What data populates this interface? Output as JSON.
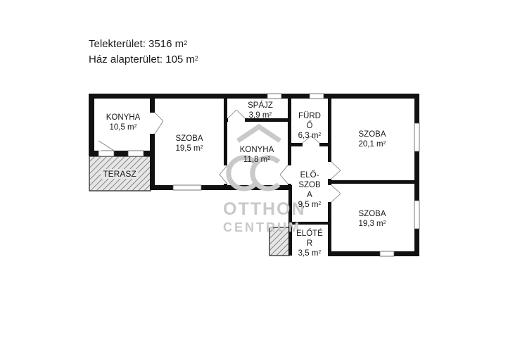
{
  "header": {
    "plot_area_label": "Telekterület: 3516 m",
    "plot_area_sup": "2",
    "house_area_label": "Ház alapterület: 105 m",
    "house_area_sup": "2"
  },
  "rooms": {
    "konyha1": {
      "name": "KONYHA",
      "area": "10,5 m",
      "sup": "2"
    },
    "szoba1": {
      "name": "SZOBA",
      "area": "19,5 m",
      "sup": "2"
    },
    "spajz": {
      "name": "SPÁJZ",
      "area": "3,9 m",
      "sup": "2"
    },
    "konyha2": {
      "name": "KONYHA",
      "area": "11,8 m",
      "sup": "2"
    },
    "furdo": {
      "name1": "FÜRD",
      "name2": "Ő",
      "area": "6,3 m",
      "sup": "2"
    },
    "szoba2": {
      "name": "SZOBA",
      "area": "20,1 m",
      "sup": "2"
    },
    "eloszoba": {
      "name1": "ELŐ-",
      "name2": "SZOB",
      "name3": "A",
      "area": "9,5 m",
      "sup": "2"
    },
    "szoba3": {
      "name": "SZOBA",
      "area": "19,3 m",
      "sup": "2"
    },
    "eloter": {
      "name1": "ELŐTÉ",
      "name2": "R",
      "area": "3,5 m",
      "sup": "2"
    },
    "terasz": {
      "name": "TERASZ"
    }
  },
  "watermark": {
    "line1": "OTTHON",
    "line2": "CENTRUM",
    "logo": "OC"
  },
  "colors": {
    "wall": "#111111",
    "hatch": "#6b6b6b",
    "hatch_bg": "#e6e6e6",
    "watermark": "#c9c9c9",
    "text": "#1a1a1a"
  }
}
